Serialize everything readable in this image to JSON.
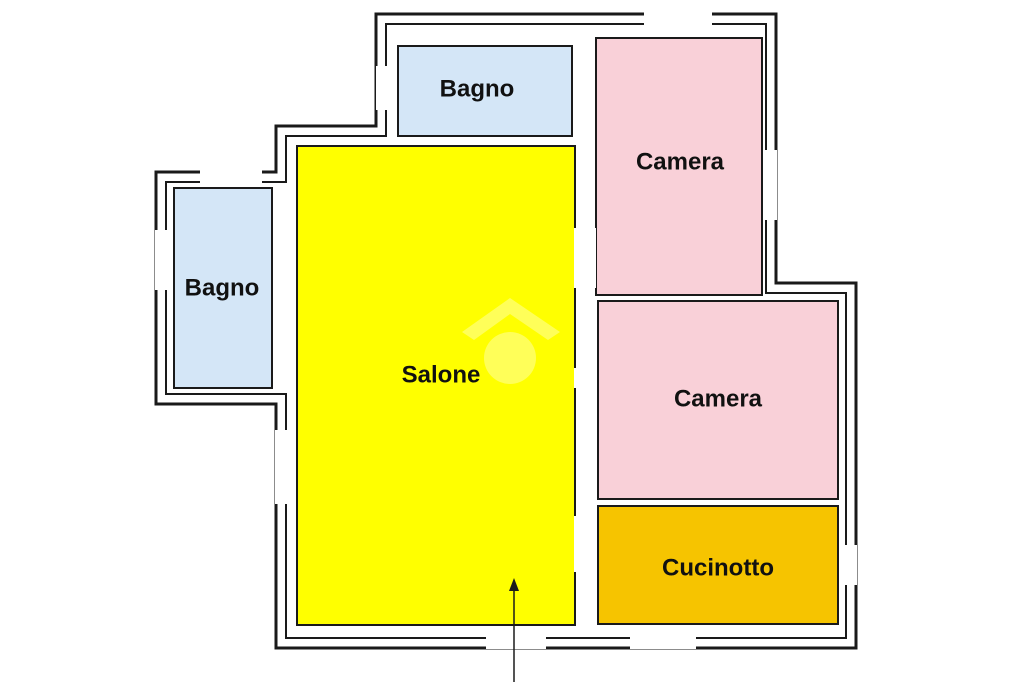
{
  "plan": {
    "colors": {
      "salone": "#ffff00",
      "bagno": "#d4e6f7",
      "camera": "#f9d0d8",
      "cucinotto": "#f6c400",
      "wall": "#1a1a1a"
    },
    "rooms": [
      {
        "key": "bagno_top",
        "label": "Bagno",
        "kind": "bagno"
      },
      {
        "key": "camera_top",
        "label": "Camera",
        "kind": "camera"
      },
      {
        "key": "bagno_left",
        "label": "Bagno",
        "kind": "bagno"
      },
      {
        "key": "salone",
        "label": "Salone",
        "kind": "salone"
      },
      {
        "key": "camera_mid",
        "label": "Camera",
        "kind": "camera"
      },
      {
        "key": "cucinotto",
        "label": "Cucinotto",
        "kind": "cucinotto"
      }
    ],
    "watermark_icon": "house-logo-icon",
    "entrance_icon": "entrance-arrow-icon"
  }
}
